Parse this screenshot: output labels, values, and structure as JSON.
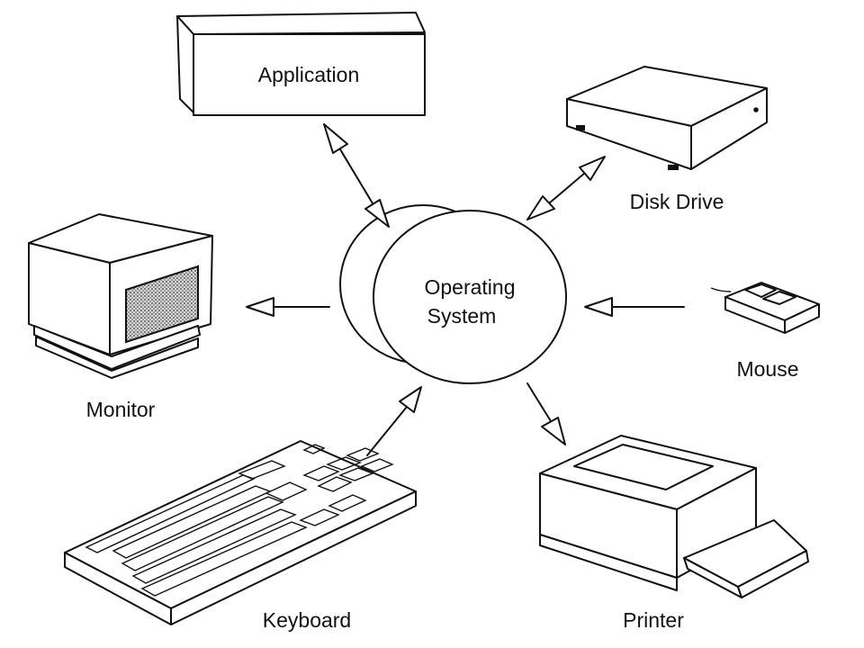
{
  "nodes": {
    "center": {
      "line1": "Operating",
      "line2": "System"
    },
    "application": "Application",
    "disk_drive": "Disk Drive",
    "mouse": "Mouse",
    "monitor": "Monitor",
    "keyboard": "Keyboard",
    "printer": "Printer"
  },
  "edges": [
    {
      "from": "Application",
      "to": "Operating System",
      "direction": "bidirectional"
    },
    {
      "from": "Disk Drive",
      "to": "Operating System",
      "direction": "bidirectional"
    },
    {
      "from": "Mouse",
      "to": "Operating System",
      "direction": "to"
    },
    {
      "from": "Keyboard",
      "to": "Operating System",
      "direction": "to"
    },
    {
      "from": "Operating System",
      "to": "Monitor",
      "direction": "to"
    },
    {
      "from": "Operating System",
      "to": "Printer",
      "direction": "to"
    }
  ]
}
